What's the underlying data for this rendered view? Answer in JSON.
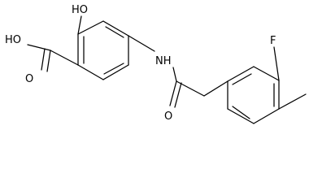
{
  "molecule": {
    "atom_labels": {
      "hydroxyl": "HO",
      "acid_hydroxyl": "HO",
      "acid_carbonyl_oxygen": "O",
      "amide_nitrogen": "NH",
      "amide_carbonyl_oxygen": "O",
      "fluorine": "F"
    },
    "colors": {
      "bond": "#000000",
      "text": "#000000",
      "background": "#ffffff"
    }
  }
}
